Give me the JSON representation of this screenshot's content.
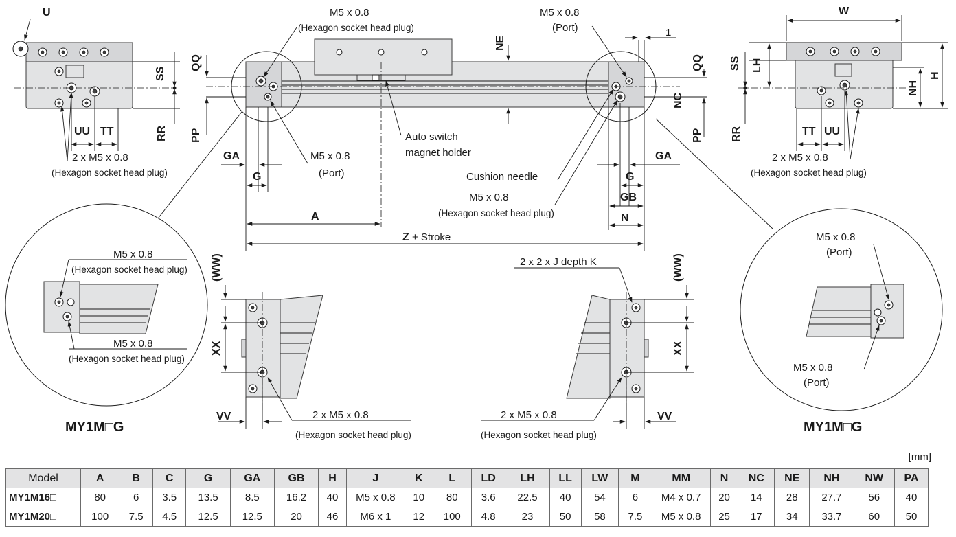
{
  "diagram": {
    "top_view": {
      "top_plug": [
        "M5 x 0.8",
        "(Hexagon socket head plug)"
      ],
      "top_port": [
        "M5 x 0.8",
        "(Port)"
      ],
      "left_port": [
        "M5 x 0.8",
        "(Port)"
      ],
      "right_plug": [
        "M5 x 0.8",
        "(Hexagon socket head plug)"
      ],
      "auto_switch": [
        "Auto switch",
        "magnet holder"
      ],
      "cushion_needle": "Cushion needle",
      "dims": {
        "NE": "NE",
        "QQ": "QQ",
        "PP": "PP",
        "NC": "NC",
        "GA": "GA",
        "G": "G",
        "GB": "GB",
        "N": "N",
        "A": "A",
        "one": "1",
        "Z": "Z",
        "stroke": "+ Stroke"
      }
    },
    "left_end_view": {
      "U": "U",
      "SS": "SS",
      "RR": "RR",
      "UU": "UU",
      "TT": "TT",
      "plug": [
        "2 x M5 x 0.8",
        "(Hexagon socket head plug)"
      ]
    },
    "right_end_view": {
      "W": "W",
      "SS": "SS",
      "LH": "LH",
      "NH": "NH",
      "H": "H",
      "RR": "RR",
      "TT": "TT",
      "UU": "UU",
      "plug": [
        "2 x M5 x 0.8",
        "(Hexagon socket head plug)"
      ]
    },
    "detail_left": {
      "plug1": [
        "M5 x 0.8",
        "(Hexagon socket head plug)"
      ],
      "plug2": [
        "M5 x 0.8",
        "(Hexagon socket head plug)"
      ],
      "caption": "MY1M□G"
    },
    "detail_right": {
      "port1": [
        "M5 x 0.8",
        "(Port)"
      ],
      "port2": [
        "M5 x 0.8",
        "(Port)"
      ],
      "caption": "MY1M□G"
    },
    "bottom_left": {
      "WW": "(WW)",
      "XX": "XX",
      "VV": "VV",
      "plug": [
        "2 x M5 x 0.8",
        "(Hexagon socket head plug)"
      ]
    },
    "bottom_right": {
      "WW": "(WW)",
      "XX": "XX",
      "VV": "VV",
      "plug": [
        "2 x M5 x 0.8",
        "(Hexagon socket head plug)"
      ],
      "thread": "2 x 2 x J depth K"
    }
  },
  "table": {
    "units": "[mm]",
    "headers": [
      "Model",
      "A",
      "B",
      "C",
      "G",
      "GA",
      "GB",
      "H",
      "J",
      "K",
      "L",
      "LD",
      "LH",
      "LL",
      "LW",
      "M",
      "MM",
      "N",
      "NC",
      "NE",
      "NH",
      "NW",
      "PA"
    ],
    "rows": [
      [
        "MY1M16□",
        "80",
        "6",
        "3.5",
        "13.5",
        "8.5",
        "16.2",
        "40",
        "M5 x 0.8",
        "10",
        "80",
        "3.6",
        "22.5",
        "40",
        "54",
        "6",
        "M4 x 0.7",
        "20",
        "14",
        "28",
        "27.7",
        "56",
        "40"
      ],
      [
        "MY1M20□",
        "100",
        "7.5",
        "4.5",
        "12.5",
        "12.5",
        "20",
        "46",
        "M6 x 1",
        "12",
        "100",
        "4.8",
        "23",
        "50",
        "58",
        "7.5",
        "M5 x 0.8",
        "25",
        "17",
        "34",
        "33.7",
        "60",
        "50"
      ]
    ]
  }
}
